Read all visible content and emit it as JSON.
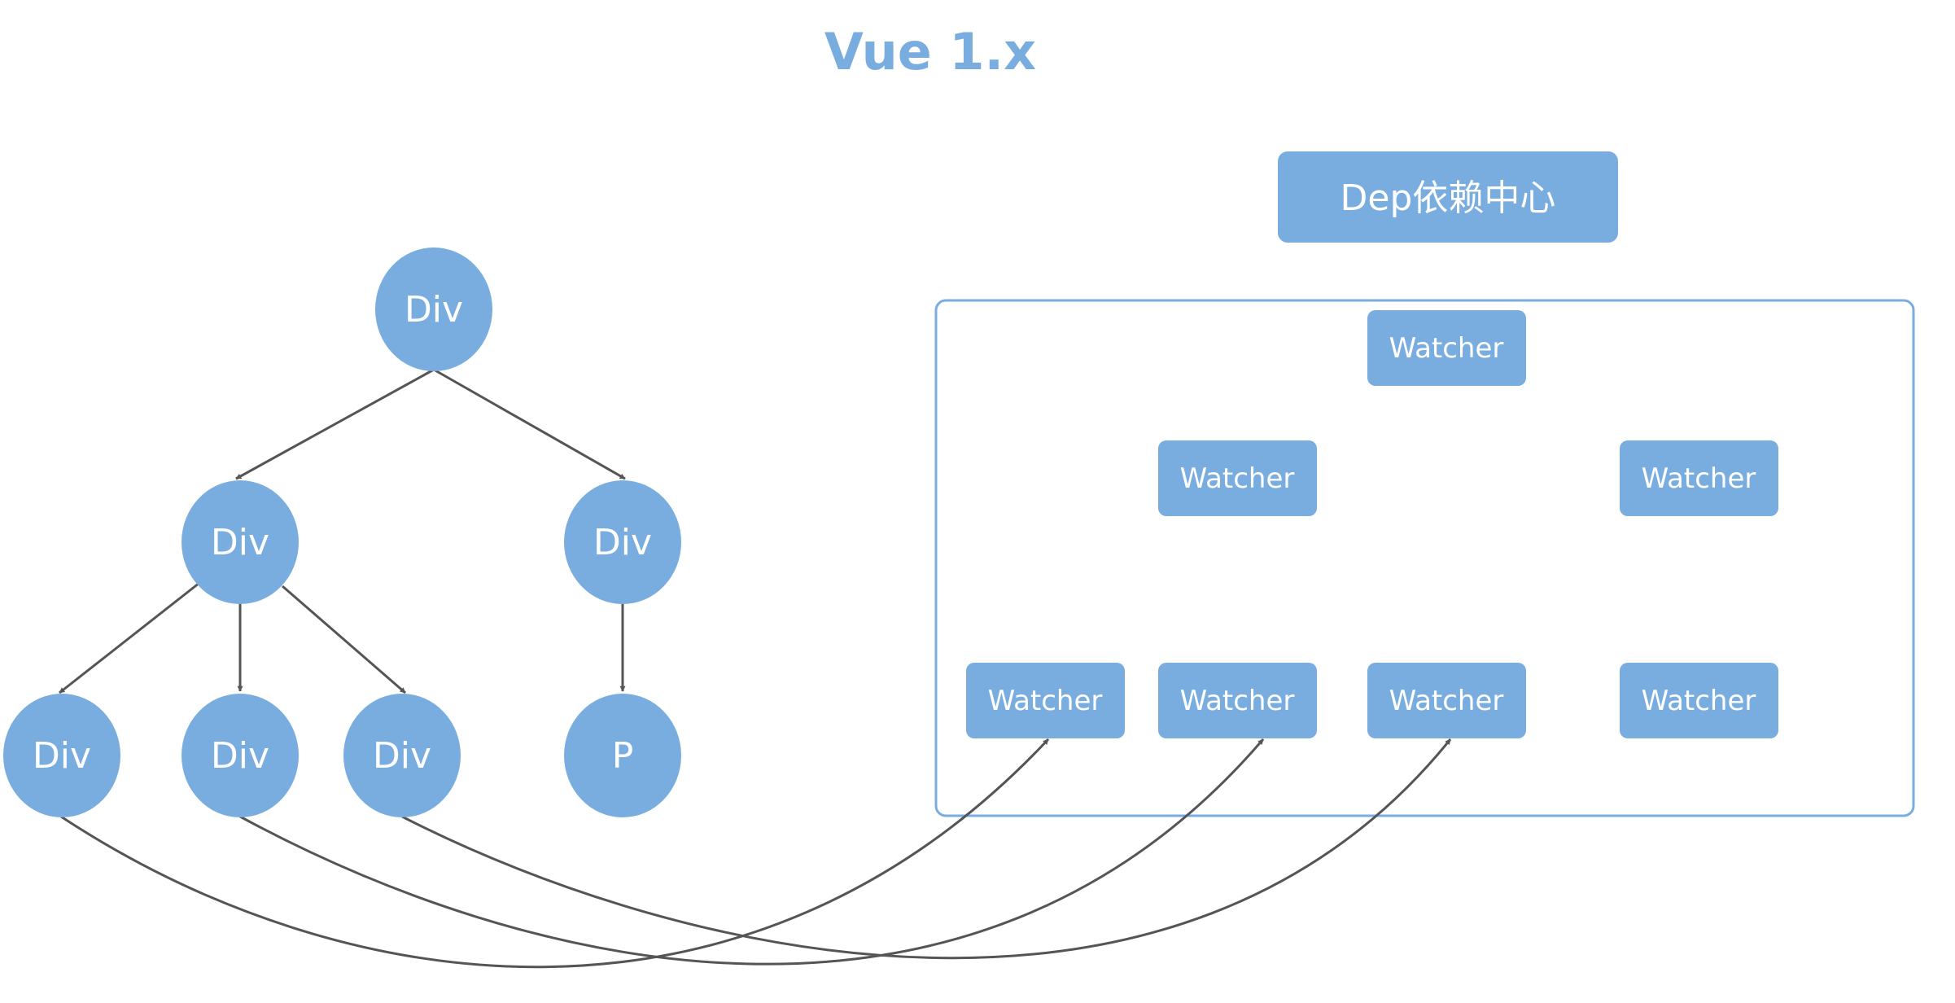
{
  "title": "Vue 1.x",
  "colors": {
    "node": "#7aaddf",
    "container_border": "#7aaddf",
    "edge": "#555555",
    "node_text": "#ffffff"
  },
  "dom_tree": {
    "nodes": [
      {
        "id": "root",
        "label": "Div"
      },
      {
        "id": "left",
        "label": "Div"
      },
      {
        "id": "right",
        "label": "Div"
      },
      {
        "id": "leaf1",
        "label": "Div"
      },
      {
        "id": "leaf2",
        "label": "Div"
      },
      {
        "id": "leaf3",
        "label": "Div"
      },
      {
        "id": "leafP",
        "label": "P"
      }
    ],
    "edges": [
      {
        "from": "root",
        "to": "left"
      },
      {
        "from": "root",
        "to": "right"
      },
      {
        "from": "left",
        "to": "leaf1"
      },
      {
        "from": "left",
        "to": "leaf2"
      },
      {
        "from": "left",
        "to": "leaf3"
      },
      {
        "from": "right",
        "to": "leafP"
      }
    ]
  },
  "dep": {
    "label": "Dep依赖中心"
  },
  "watchers": [
    {
      "id": "w-top",
      "label": "Watcher"
    },
    {
      "id": "w-mid-left",
      "label": "Watcher"
    },
    {
      "id": "w-mid-right",
      "label": "Watcher"
    },
    {
      "id": "w-bot-1",
      "label": "Watcher"
    },
    {
      "id": "w-bot-2",
      "label": "Watcher"
    },
    {
      "id": "w-bot-3",
      "label": "Watcher"
    },
    {
      "id": "w-bot-4",
      "label": "Watcher"
    }
  ],
  "bindings": [
    {
      "from": "leaf1",
      "to": "w-bot-1"
    },
    {
      "from": "leaf2",
      "to": "w-bot-2"
    },
    {
      "from": "leaf3",
      "to": "w-bot-3"
    }
  ]
}
